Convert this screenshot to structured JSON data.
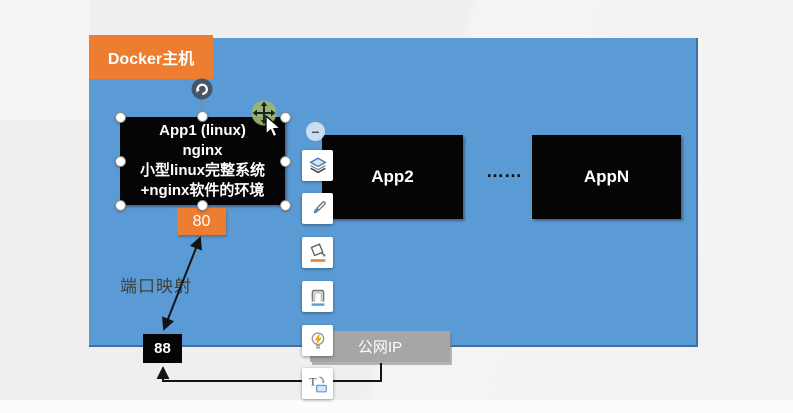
{
  "diagram": {
    "docker_host_label": "Docker主机",
    "app1": {
      "line1": "App1 (linux)",
      "line2": "nginx",
      "line3": "小型linux完整系统",
      "line4": "+nginx软件的环境"
    },
    "host_port": "80",
    "port_mapping_label": "端口映射",
    "mapped_port": "88",
    "app2_label": "App2",
    "ellipsis": "……",
    "appn_label": "AppN",
    "public_ip_label": "公网IP"
  },
  "toolbar": {
    "collapse_glyph": "−",
    "buttons": [
      "layers-icon",
      "brush-icon",
      "fill-shape-icon",
      "frame-icon",
      "lightbulb-icon",
      "text-box-icon"
    ]
  },
  "cursor": {
    "icons": [
      "move-tool-cursor",
      "arrow-pointer"
    ]
  },
  "colors": {
    "host_fill": "#5b9bd5",
    "accent_orange": "#ed7d31",
    "box_black": "#050505",
    "public_ip_gray": "#a6a6a6"
  }
}
